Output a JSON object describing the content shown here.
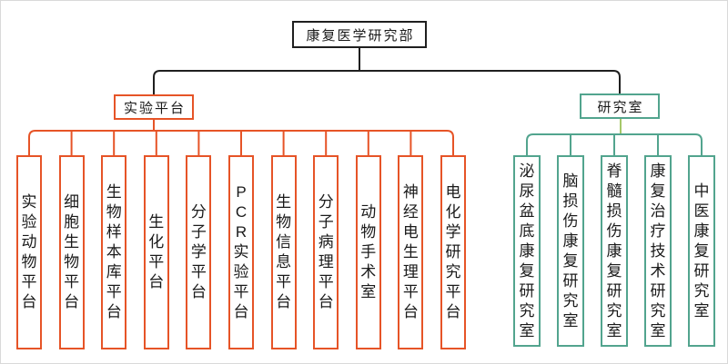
{
  "root": {
    "label": "康复医学研究部"
  },
  "branches": [
    {
      "id": "platforms",
      "label": "实验平台",
      "color": "#e65427",
      "items": [
        "实验动物平台",
        "细胞生物平台",
        "生物样本库平台",
        "生化平台",
        "分子学平台",
        "PCR实验平台",
        "生物信息平台",
        "分子病理平台",
        "动物手术室",
        "神经电生理平台",
        "电化学研究平台"
      ]
    },
    {
      "id": "labs",
      "label": "研究室",
      "color": "#52a48e",
      "stub_color": "#a6c869",
      "items": [
        "泌尿盆底康复研究室",
        "脑损伤康复研究室",
        "脊髓损伤康复研究室",
        "康复治疗技术研究室",
        "中医康复研究室"
      ]
    }
  ],
  "colors": {
    "connector": "#1f1f1f",
    "text": "#1a1a1a",
    "background": "#ffffff"
  }
}
